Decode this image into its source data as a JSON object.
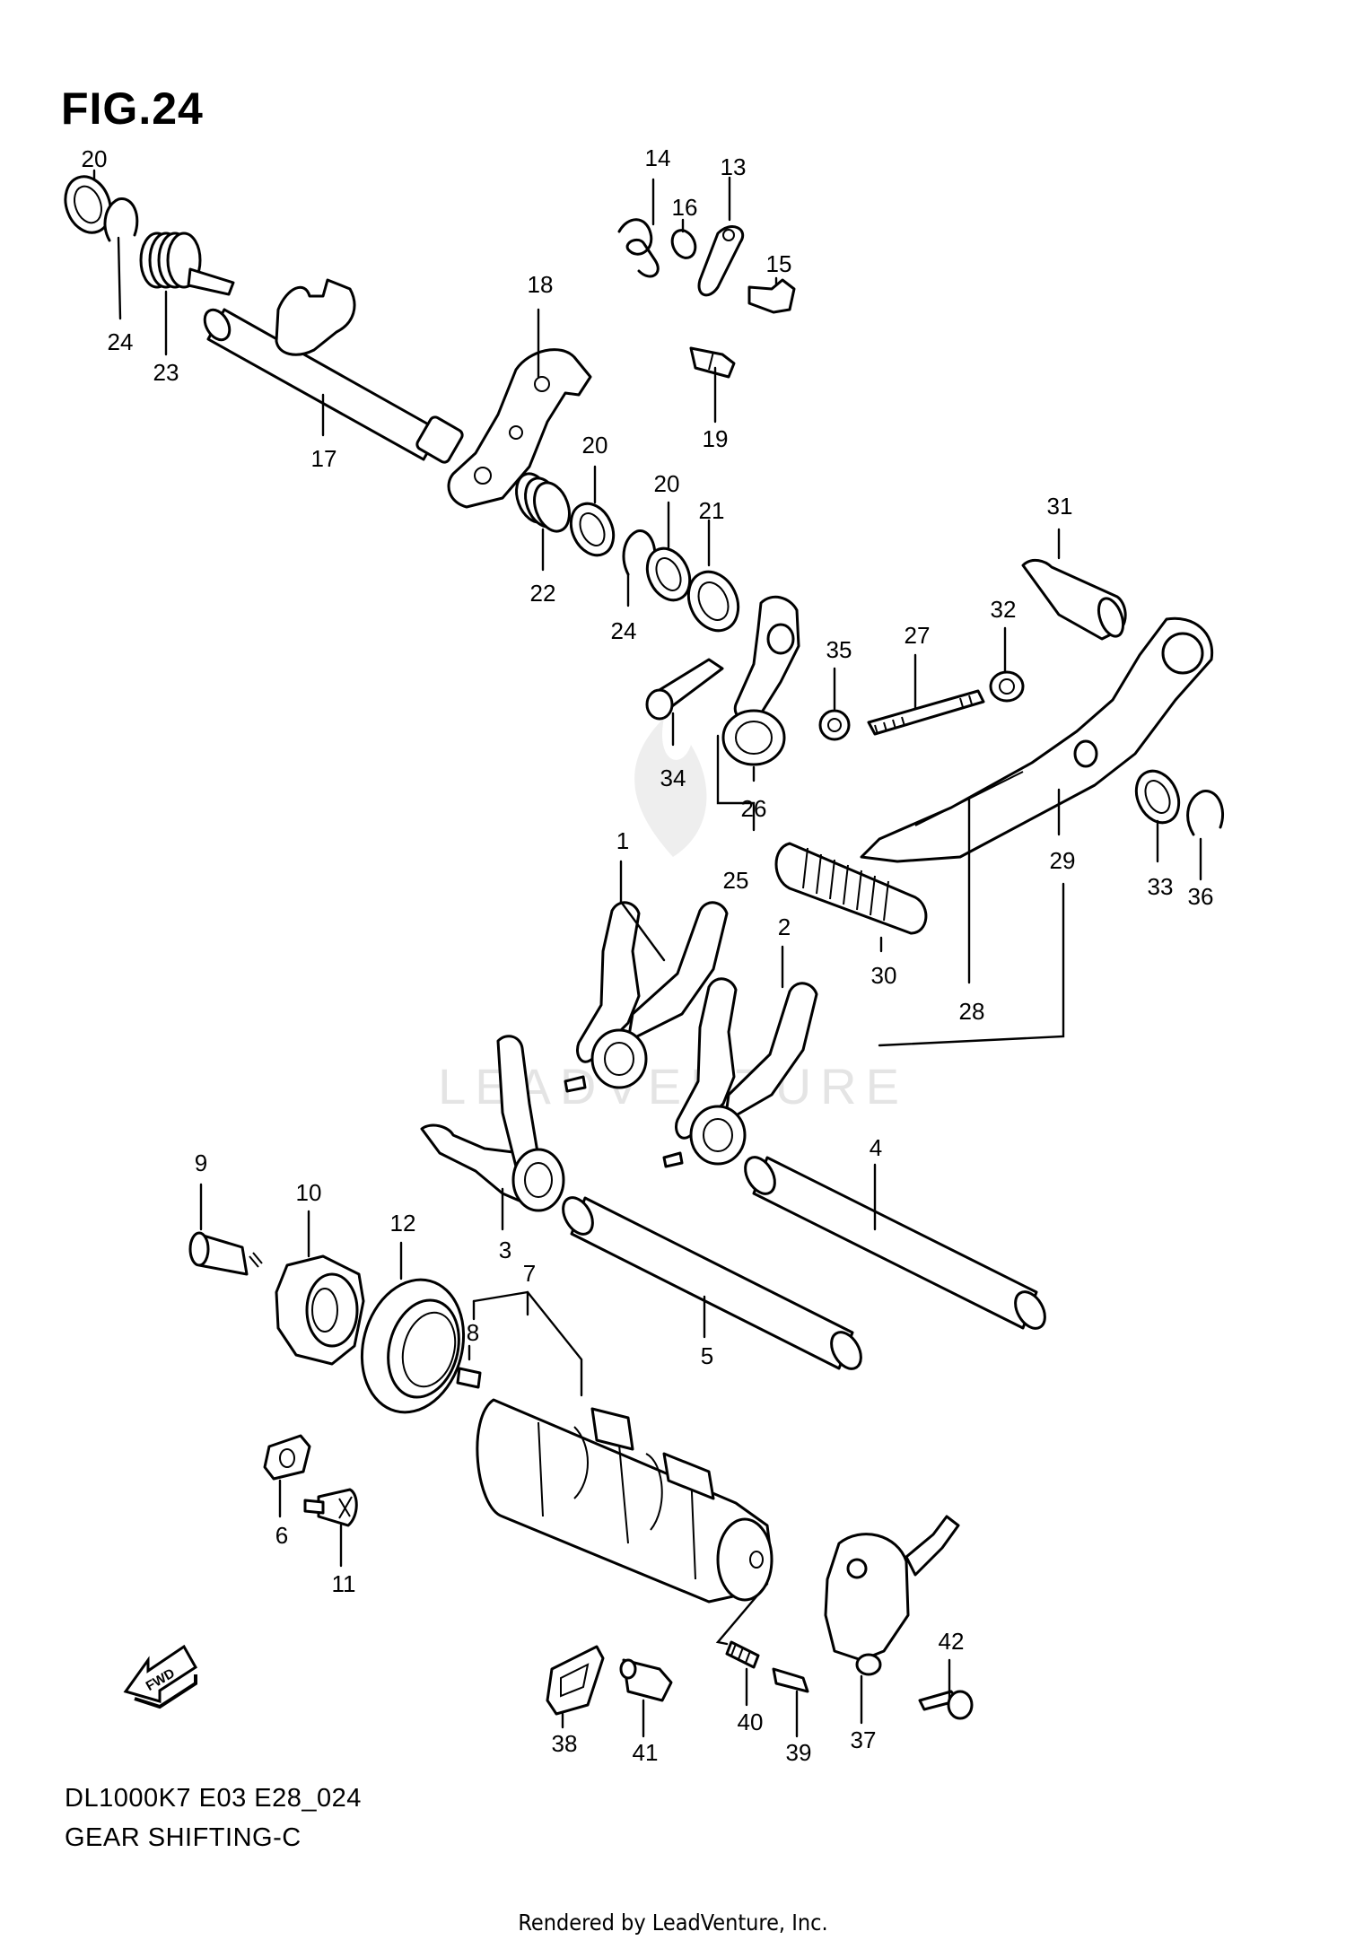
{
  "figure": {
    "title": "FIG.24",
    "model_code": "DL1000K7 E03 E28_024",
    "section_name": "GEAR SHIFTING-C",
    "render_credit": "Rendered by LeadVenture, Inc.",
    "watermark": "LEADVENTURE",
    "fwd_arrow_label": "FWD"
  },
  "callouts": {
    "c1": "1",
    "c2": "2",
    "c3": "3",
    "c4": "4",
    "c5": "5",
    "c6": "6",
    "c7": "7",
    "c8": "8",
    "c9": "9",
    "c10": "10",
    "c11": "11",
    "c12": "12",
    "c13": "13",
    "c14": "14",
    "c15": "15",
    "c16": "16",
    "c17": "17",
    "c18": "18",
    "c19": "19",
    "c20a": "20",
    "c20b": "20",
    "c20c": "20",
    "c21": "21",
    "c22": "22",
    "c23": "23",
    "c24a": "24",
    "c24b": "24",
    "c25": "25",
    "c26": "26",
    "c27": "27",
    "c28": "28",
    "c29": "29",
    "c30": "30",
    "c31": "31",
    "c32": "32",
    "c33": "33",
    "c34": "34",
    "c35": "35",
    "c36": "36",
    "c37": "37",
    "c38": "38",
    "c39": "39",
    "c40": "40",
    "c41": "41",
    "c42": "42"
  }
}
